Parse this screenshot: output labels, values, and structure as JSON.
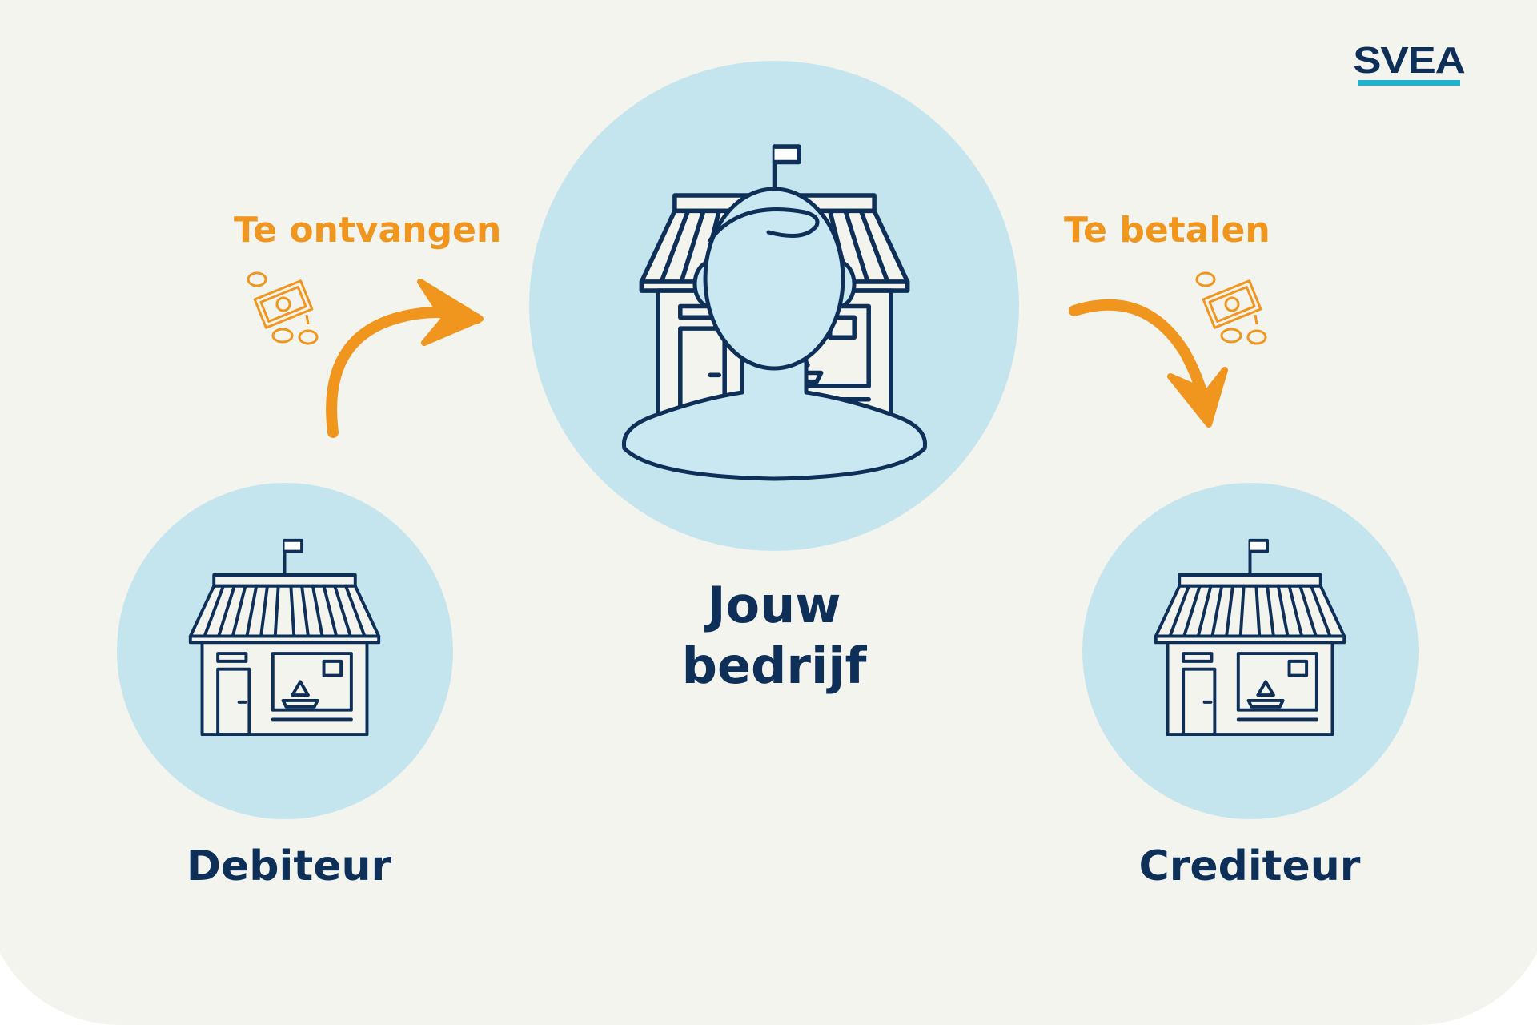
{
  "logo": {
    "text": "SVEA"
  },
  "flows": {
    "receive_label": "Te ontvangen",
    "pay_label": "Te betalen"
  },
  "nodes": {
    "center_line1": "Jouw",
    "center_line2": "bedrijf",
    "left": "Debiteur",
    "right": "Crediteur"
  },
  "colors": {
    "background": "#f4f4ef",
    "circle": "#c5e5ee",
    "navy": "#0e2f57",
    "orange": "#f0961e",
    "logo_bar": "#1fb3d1"
  }
}
